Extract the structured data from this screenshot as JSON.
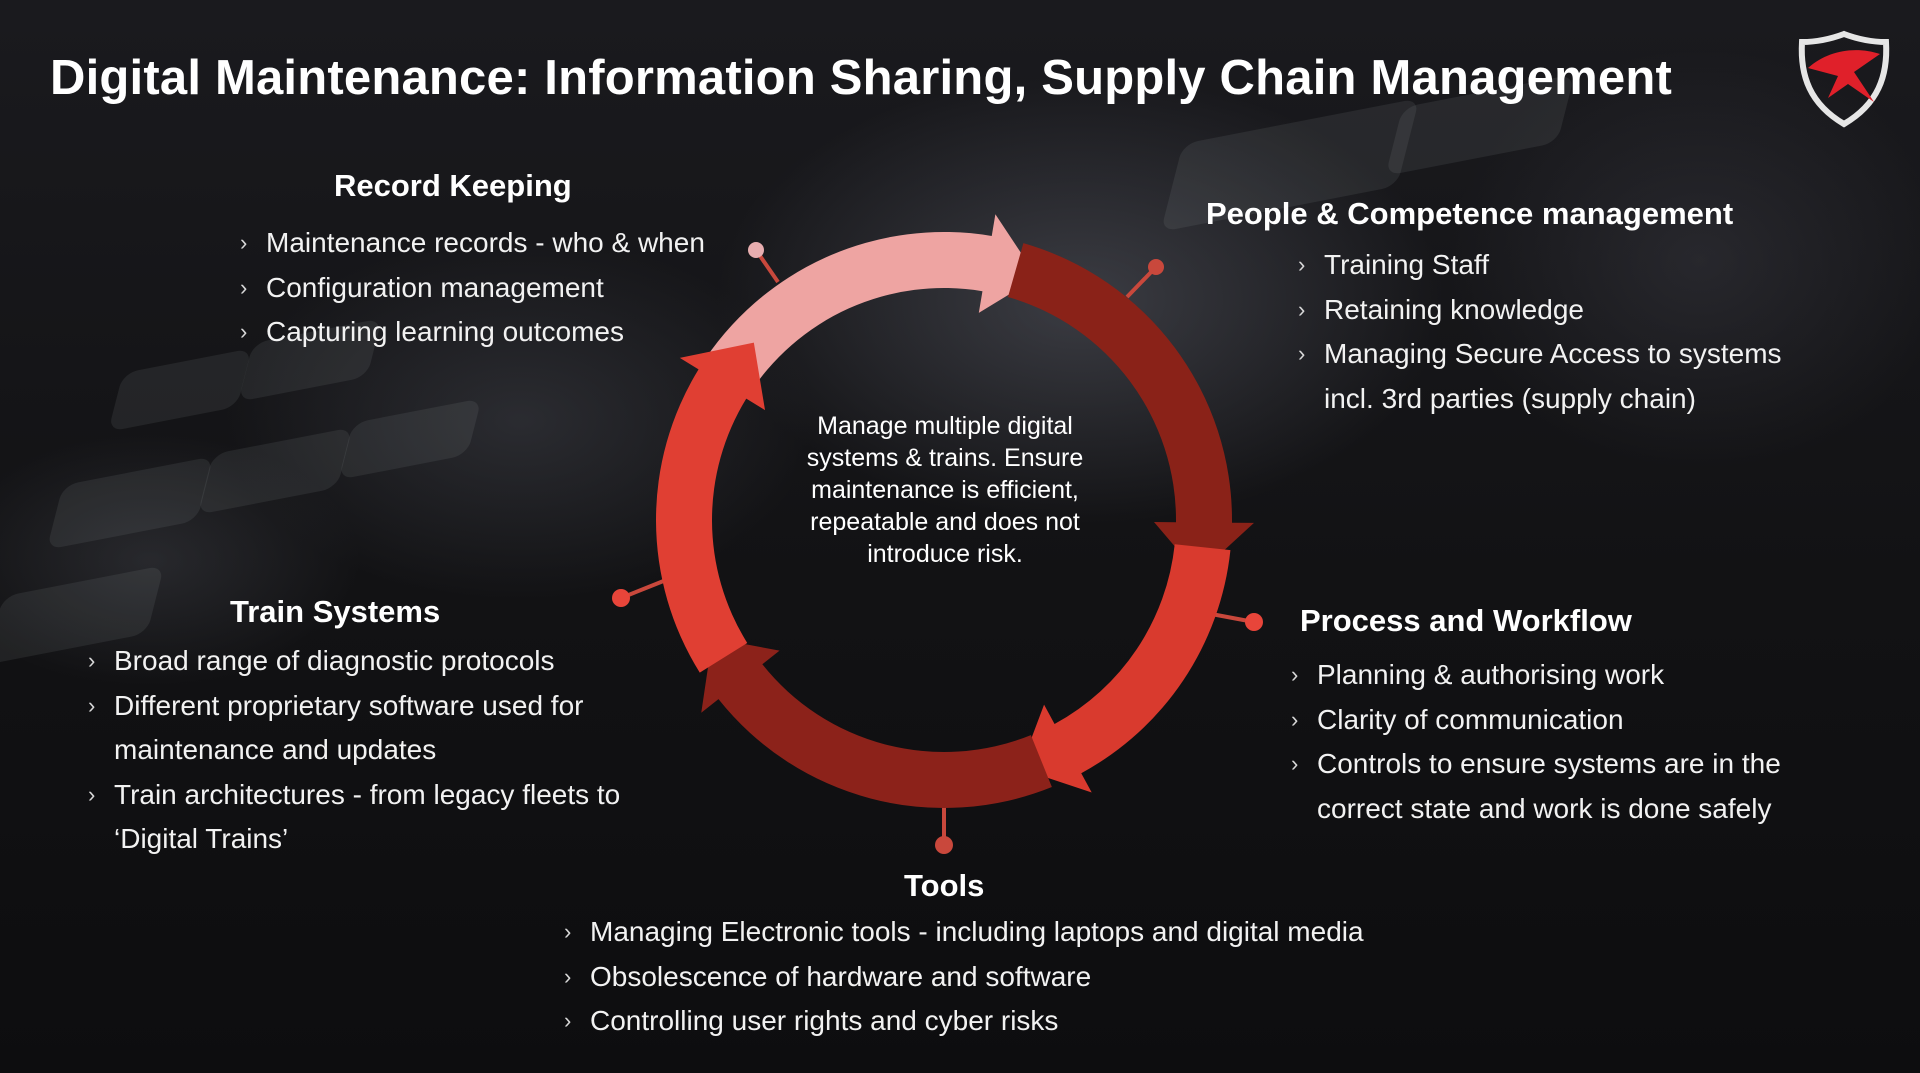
{
  "title": "Digital Maintenance: Information Sharing, Supply Chain Management",
  "logo": {
    "icon": "shield-logo-icon",
    "colors": [
      "#e0202a",
      "#ffffff"
    ]
  },
  "colors": {
    "arrow_top": "#eea4a2",
    "arrow_right": "#8a2218",
    "arrow_bottom_right": "#d93a2e",
    "arrow_bottom": "#8c221a",
    "arrow_left": "#e03f33",
    "connector": "#c9483c"
  },
  "center_text": "Manage multiple digital systems & trains. Ensure maintenance is efficient, repeatable and does not introduce risk.",
  "sections": {
    "record_keeping": {
      "heading": "Record Keeping",
      "items": [
        "Maintenance records - who & when",
        "Configuration management",
        "Capturing learning outcomes"
      ]
    },
    "people": {
      "heading": "People & Competence management",
      "items": [
        "Training Staff",
        "Retaining knowledge",
        "Managing Secure Access to systems incl. 3rd parties (supply chain)"
      ]
    },
    "train_systems": {
      "heading": "Train Systems",
      "items": [
        "Broad range of diagnostic protocols",
        "Different proprietary software used for maintenance and updates",
        "Train architectures - from legacy fleets to ‘Digital Trains’"
      ]
    },
    "process": {
      "heading": "Process and Workflow",
      "items": [
        "Planning & authorising work",
        "Clarity of communication",
        "Controls to ensure systems are in the correct state and work is done safely"
      ]
    },
    "tools": {
      "heading": "Tools",
      "items": [
        "Managing Electronic tools - including laptops and digital media",
        "Obsolescence of hardware and software",
        "Controlling user rights and cyber risks"
      ]
    }
  }
}
